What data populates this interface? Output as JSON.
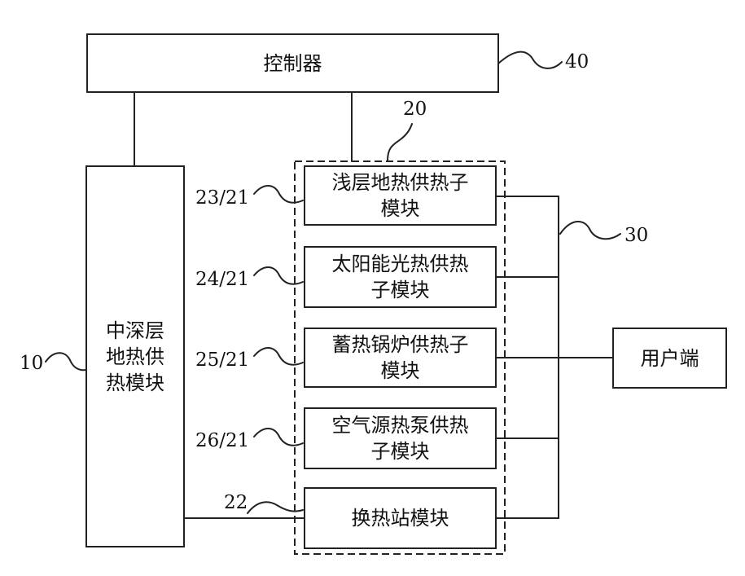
{
  "nodes": {
    "controller": {
      "label": "控制器"
    },
    "deep_geo": {
      "label": "中深层\n地热供\n热模块"
    },
    "shallow_geo": {
      "label": "浅层地热供热子\n模块"
    },
    "solar": {
      "label": "太阳能光热供热\n子模块"
    },
    "boiler": {
      "label": "蓄热锅炉供热子\n模块"
    },
    "air_pump": {
      "label": "空气源热泵供热\n子模块"
    },
    "exchange": {
      "label": "换热站模块"
    },
    "user": {
      "label": "用户端"
    }
  },
  "refs": {
    "controller": "40",
    "group": "20",
    "bus": "30",
    "deep_geo": "10",
    "shallow_geo": "23/21",
    "solar": "24/21",
    "boiler": "25/21",
    "air_pump": "26/21",
    "exchange": "22"
  },
  "colors": {
    "line": "#222222",
    "text": "#111111",
    "background": "#ffffff"
  }
}
